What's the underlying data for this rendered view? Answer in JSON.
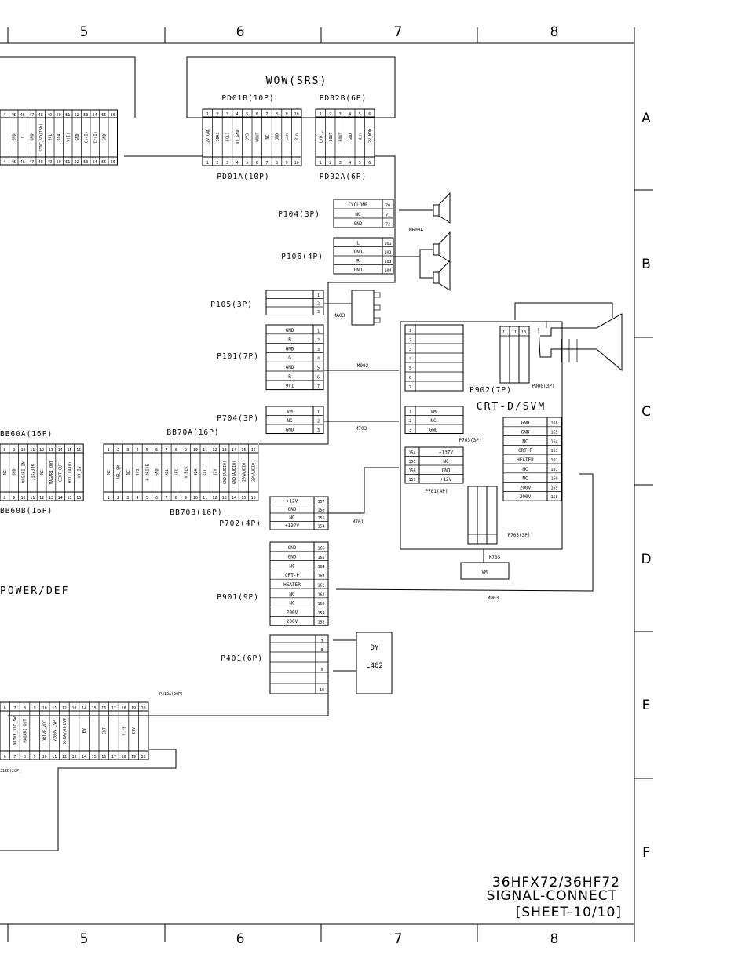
{
  "grid": {
    "cols": [
      "5",
      "6",
      "7",
      "8"
    ],
    "rows": [
      "A",
      "B",
      "C",
      "D",
      "E",
      "F"
    ]
  },
  "title_block": {
    "model": "36HFX72/36HF72",
    "name": "SIGNAL-CONNECT",
    "sheet": "[SHEET-10/10]"
  },
  "wow_board": {
    "title": "WOW(SRS)",
    "pd01b": "PD01B(10P)",
    "pd02b": "PD02B(6P)",
    "pd01a": "PD01A(10P)",
    "pd02a": "PD02A(6P)",
    "pd01_pins": [
      "1",
      "2",
      "3",
      "4",
      "5",
      "6",
      "7",
      "8",
      "9",
      "10"
    ],
    "pd01_sigs": [
      "12V_GND",
      "SDA1",
      "SCL1",
      "9V_GND",
      "9V3",
      "WOUT",
      "NC",
      "GND",
      "Lin",
      "Rin"
    ],
    "pd02_pins": [
      "1",
      "2",
      "3",
      "4",
      "5",
      "6"
    ],
    "pd02_sigs": [
      "L/D_L",
      "LOUT",
      "ROUT",
      "GND",
      "Win",
      "12V_WOW"
    ]
  },
  "left_top_connector": {
    "pins": [
      "4",
      "45",
      "46",
      "47",
      "48",
      "49",
      "50",
      "51",
      "52",
      "53",
      "54",
      "55",
      "56"
    ],
    "sigs": [
      "",
      "GND",
      "C",
      "GND",
      "SYNC_VD(15K)",
      "SCL",
      "SDA",
      "Y(I)",
      "GND",
      "Cb(I)",
      "Cr(I)",
      "GND",
      ""
    ]
  },
  "p104": {
    "label": "P104(3P)",
    "sigs": [
      "CYCLONE",
      "NC",
      "GND"
    ],
    "pins": [
      "70",
      "71",
      "72"
    ]
  },
  "m600a": "M600A",
  "p106": {
    "label": "P106(4P)",
    "sigs": [
      "L",
      "GND",
      "R",
      "GND"
    ],
    "pins": [
      "101",
      "102",
      "103",
      "104"
    ]
  },
  "p105": {
    "label": "P105(3P)",
    "pins": [
      "1",
      "2",
      "3"
    ]
  },
  "ma03": "MA03",
  "p101": {
    "label": "P101(7P)",
    "sigs": [
      "GND",
      "B",
      "GND",
      "G",
      "GND",
      "R",
      "9V1"
    ],
    "pins": [
      "1",
      "2",
      "3",
      "4",
      "5",
      "6",
      "7"
    ]
  },
  "m902": "M902",
  "p704": {
    "label": "P704(3P)",
    "sigs": [
      "VM",
      "NC",
      "GND"
    ],
    "pins": [
      "1",
      "2",
      "3"
    ]
  },
  "m703": "M703",
  "bb60a": "BB60A(16P)",
  "bb60b": "BB60B(16P)",
  "bb60_pins": [
    "8",
    "9",
    "10",
    "11",
    "12",
    "13",
    "14",
    "15",
    "16"
  ],
  "bb60_sigs": [
    "NC",
    "GND",
    "MAGARI_IN",
    "31K/33K",
    "NC",
    "MAGARI_OUT",
    "CENT_OUT",
    "HVCC(43V)",
    "VD_IN"
  ],
  "bb70a": "BB70A(16P)",
  "bb70b": "BB70B(16P)",
  "bb70_pins": [
    "1",
    "2",
    "3",
    "4",
    "5",
    "6",
    "7",
    "8",
    "9",
    "10",
    "11",
    "12",
    "13",
    "14",
    "15",
    "16"
  ],
  "bb70_sigs": [
    "NC",
    "ABL_SW",
    "NC",
    "9V3",
    "H.DRIVE",
    "GND",
    "ABL",
    "AFC",
    "V.BLK",
    "SDA",
    "SCL",
    "32V",
    "GND(AUDIO)",
    "GND(AUDIO)",
    "20VAUDIO",
    "20VAUDIO"
  ],
  "p702": {
    "label": "P702(4P)",
    "sigs": [
      "+12V",
      "GND",
      "NC",
      "+137V"
    ],
    "pins": [
      "157",
      "156",
      "155",
      "154"
    ]
  },
  "m701": "M701",
  "p901": {
    "label": "P901(9P)",
    "sigs": [
      "GND",
      "GND",
      "NC",
      "CRT-P",
      "HEATER",
      "NC",
      "NC",
      "200V",
      "200V"
    ],
    "pins": [
      "166",
      "165",
      "164",
      "163",
      "162",
      "161",
      "160",
      "159",
      "158"
    ]
  },
  "m903": "M903",
  "p401": {
    "label": "P401(6P)",
    "pins": [
      "7",
      "8",
      "9",
      "10"
    ]
  },
  "dy": {
    "name": "DY",
    "part": "L462"
  },
  "power_def": "POWER/DEF",
  "p312a": "P312A(20P)",
  "p312b": "312B(20P)",
  "p312_pins": [
    "6",
    "7",
    "8",
    "9",
    "10",
    "11",
    "12",
    "13",
    "14",
    "15",
    "16",
    "17",
    "18",
    "19",
    "20"
  ],
  "p312_sigs": [
    "",
    "DRIVE_VCC_SW",
    "MAGARI_OUT",
    "",
    "DRIVE_VCC",
    "V200V_LVP",
    "X-RAY/H-LVP",
    "",
    "EW",
    "",
    "EWT",
    "",
    "V.FB",
    "27V",
    ""
  ],
  "crt": {
    "title": "CRT-D/SVM",
    "p902": "P902(7P)",
    "p902_pins": [
      "1",
      "2",
      "3",
      "4",
      "5",
      "6",
      "7"
    ],
    "p900": "P900(3P)",
    "p900_pins": [
      "11",
      "11",
      "10"
    ],
    "p703": "P703(3P)",
    "p703_pins": [
      "1",
      "2",
      "3"
    ],
    "p703_sigs": [
      "VM",
      "NC",
      "GND"
    ],
    "p701": "P701(4P)",
    "p701_pins": [
      "154",
      "155",
      "156",
      "157"
    ],
    "p701_sigs": [
      "+137V",
      "NC",
      "GND",
      "+12V"
    ],
    "p705": "P705(3P)",
    "m705": "M705",
    "vm": "VM",
    "crt_pins": [
      "166",
      "165",
      "164",
      "163",
      "162",
      "161",
      "160",
      "159",
      "158"
    ],
    "crt_sigs": [
      "GND",
      "GND",
      "NC",
      "CRT-P",
      "HEATER",
      "NC",
      "NC",
      "200V",
      "200V"
    ]
  }
}
